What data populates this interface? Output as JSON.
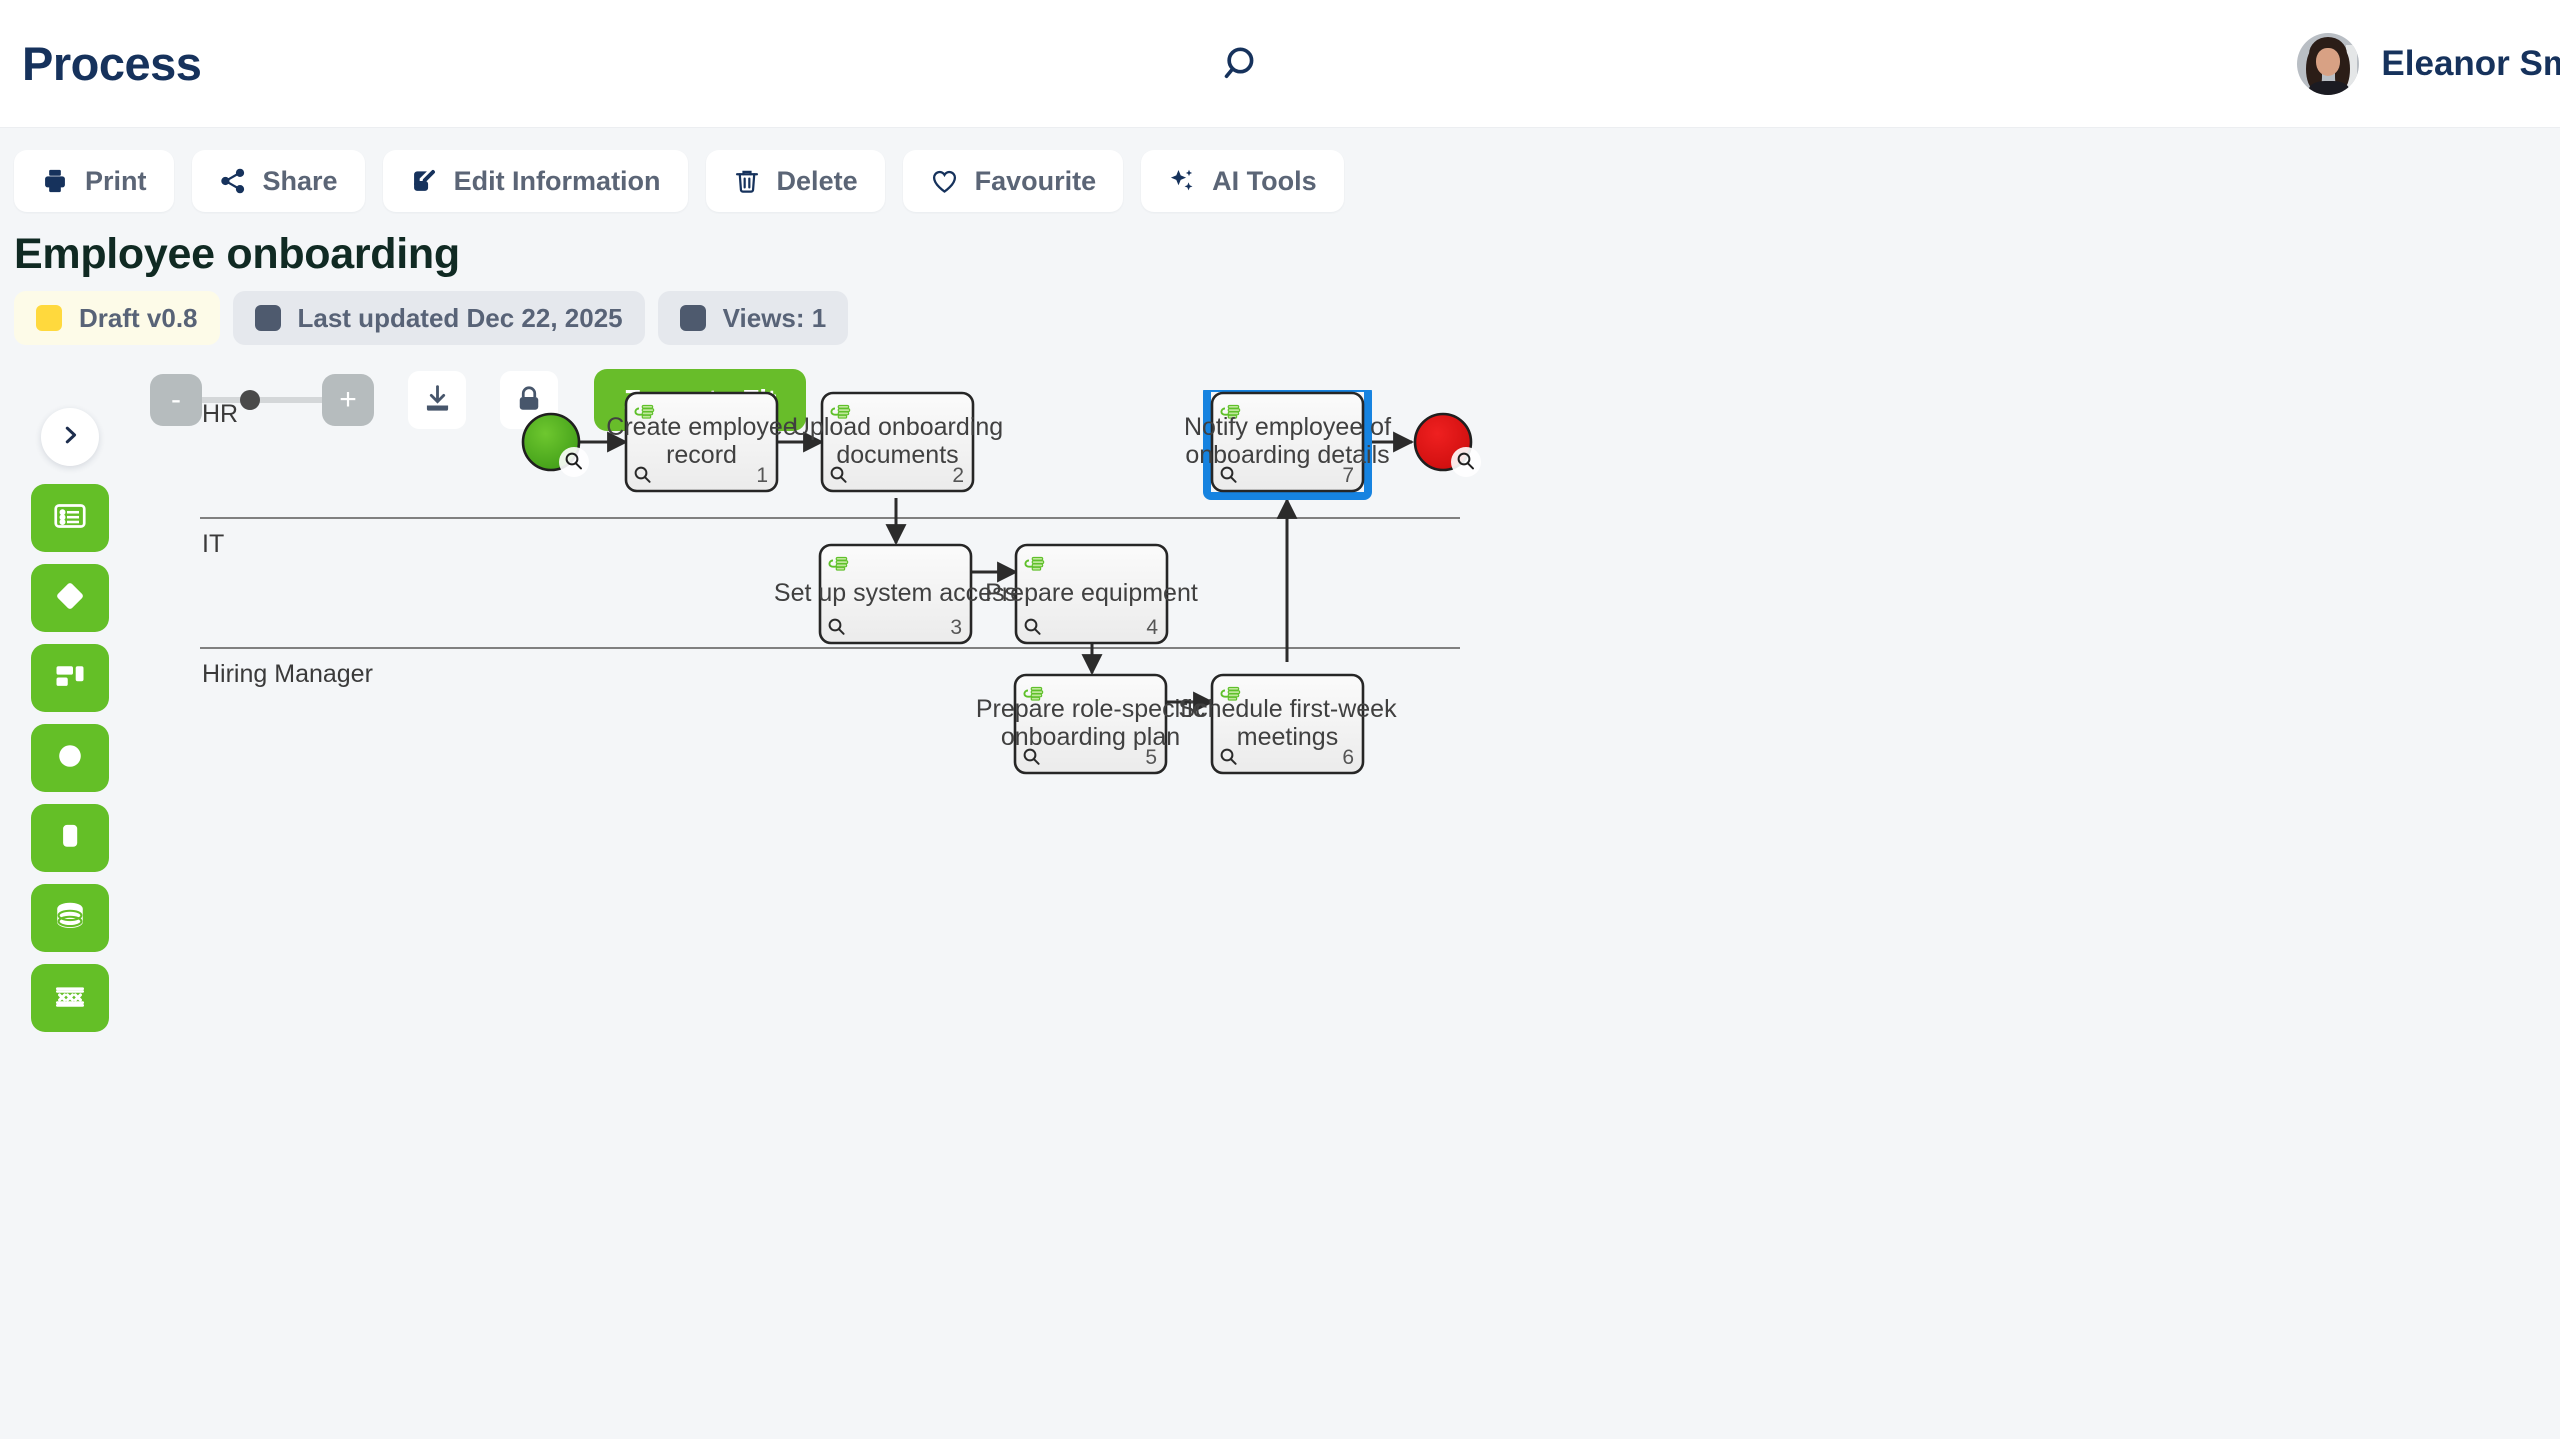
{
  "header": {
    "app_title": "Process",
    "search_icon": "search-icon",
    "user_name": "Eleanor Sm",
    "brand_color": "#16325c"
  },
  "action_bar": {
    "buttons": [
      {
        "label": "Print",
        "icon": "printer-icon"
      },
      {
        "label": "Share",
        "icon": "share-nodes-icon"
      },
      {
        "label": "Edit Information",
        "icon": "edit-pencil-icon"
      },
      {
        "label": "Delete",
        "icon": "trash-icon"
      },
      {
        "label": "Favourite",
        "icon": "heart-icon"
      },
      {
        "label": "AI Tools",
        "icon": "sparkles-icon"
      }
    ]
  },
  "document": {
    "title": "Employee onboarding",
    "badges": [
      {
        "label": "Draft v0.8",
        "dot_color": "#ffd93d",
        "type": "status"
      },
      {
        "label": "Last updated Dec 22, 2025",
        "dot_color": "#4e5a6e",
        "type": "meta"
      },
      {
        "label": "Views: 1",
        "dot_color": "#4e5a6e",
        "type": "meta"
      }
    ]
  },
  "canvas_toolbar": {
    "zoom_out_label": "-",
    "zoom_in_label": "+",
    "zoom_slider_value": 35,
    "download_icon": "download-icon",
    "lock_icon": "lock-icon",
    "zoom_to_fit_label": "Zoom to Fit",
    "accent_color": "#68bd2a"
  },
  "palette": {
    "expand_icon": "chevron-right-icon",
    "items": [
      {
        "icon": "list-box-icon"
      },
      {
        "icon": "diamond-gateway-icon"
      },
      {
        "icon": "layout-blocks-icon"
      },
      {
        "icon": "circle-event-icon"
      },
      {
        "icon": "rounded-rect-task-icon"
      },
      {
        "icon": "database-icon"
      },
      {
        "icon": "xxx-table-icon"
      }
    ],
    "color": "#64bf27"
  },
  "diagram": {
    "type": "bpmn-swimlane",
    "lanes": [
      {
        "name": "HR"
      },
      {
        "name": "IT"
      },
      {
        "name": "Hiring Manager"
      }
    ],
    "start_event": {
      "name": "start-event",
      "color": "#4caf21"
    },
    "end_event": {
      "name": "end-event",
      "color": "#e21b1b"
    },
    "selected_task_number": "7",
    "selection_color": "#1683e0",
    "task_icon": "manual-task-hand-icon",
    "zoom_badge_icon": "magnifier-icon",
    "tasks": [
      {
        "number": "1",
        "label_lines": [
          "Create employee",
          "record"
        ],
        "lane": "HR"
      },
      {
        "number": "2",
        "label_lines": [
          "Upload onboarding",
          "documents"
        ],
        "lane": "HR"
      },
      {
        "number": "3",
        "label_lines": [
          "Set up system access"
        ],
        "lane": "IT"
      },
      {
        "number": "4",
        "label_lines": [
          "Prepare equipment"
        ],
        "lane": "IT"
      },
      {
        "number": "5",
        "label_lines": [
          "Prepare role-specific",
          "onboarding plan"
        ],
        "lane": "Hiring Manager"
      },
      {
        "number": "6",
        "label_lines": [
          "Schedule first-week",
          "meetings"
        ],
        "lane": "Hiring Manager"
      },
      {
        "number": "7",
        "label_lines": [
          "Notify employee of",
          "onboarding details"
        ],
        "lane": "HR"
      }
    ]
  }
}
